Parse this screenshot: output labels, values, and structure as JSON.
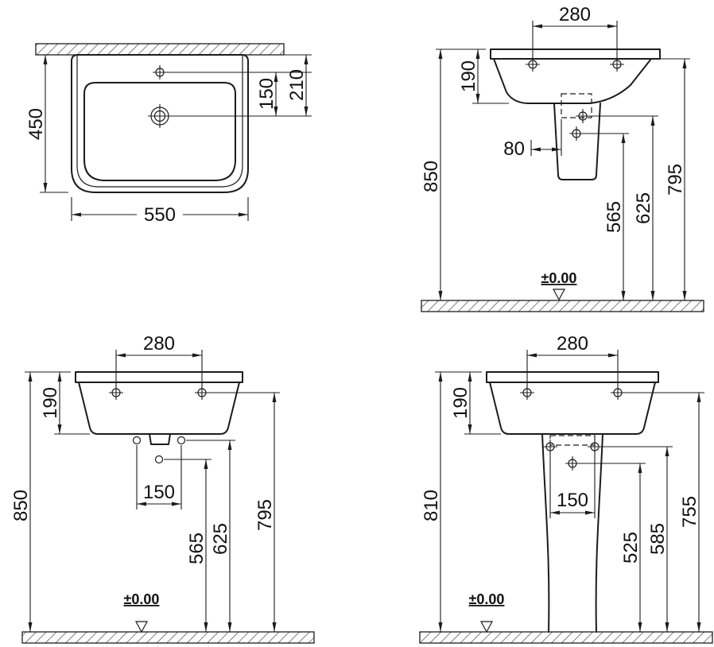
{
  "drawing": {
    "plan": {
      "depth": "450",
      "width": "550",
      "hole_to_drain": "150",
      "edge_to_drain": "210"
    },
    "side": {
      "hole_spacing": "280",
      "rim_depth": "190",
      "hole_offset": "80",
      "height_overall": "850",
      "height_565": "565",
      "height_625": "625",
      "height_795": "795",
      "datum": "±0.00"
    },
    "front_wall": {
      "hole_spacing": "280",
      "rim_height": "190",
      "height_overall": "850",
      "hole_pitch": "150",
      "height_565": "565",
      "height_625": "625",
      "height_795": "795",
      "datum": "±0.00"
    },
    "front_pedestal": {
      "hole_spacing": "280",
      "rim_height": "190",
      "height_overall": "810",
      "hole_pitch": "150",
      "height_525": "525",
      "height_585": "585",
      "height_755": "755",
      "datum": "±0.00"
    }
  }
}
